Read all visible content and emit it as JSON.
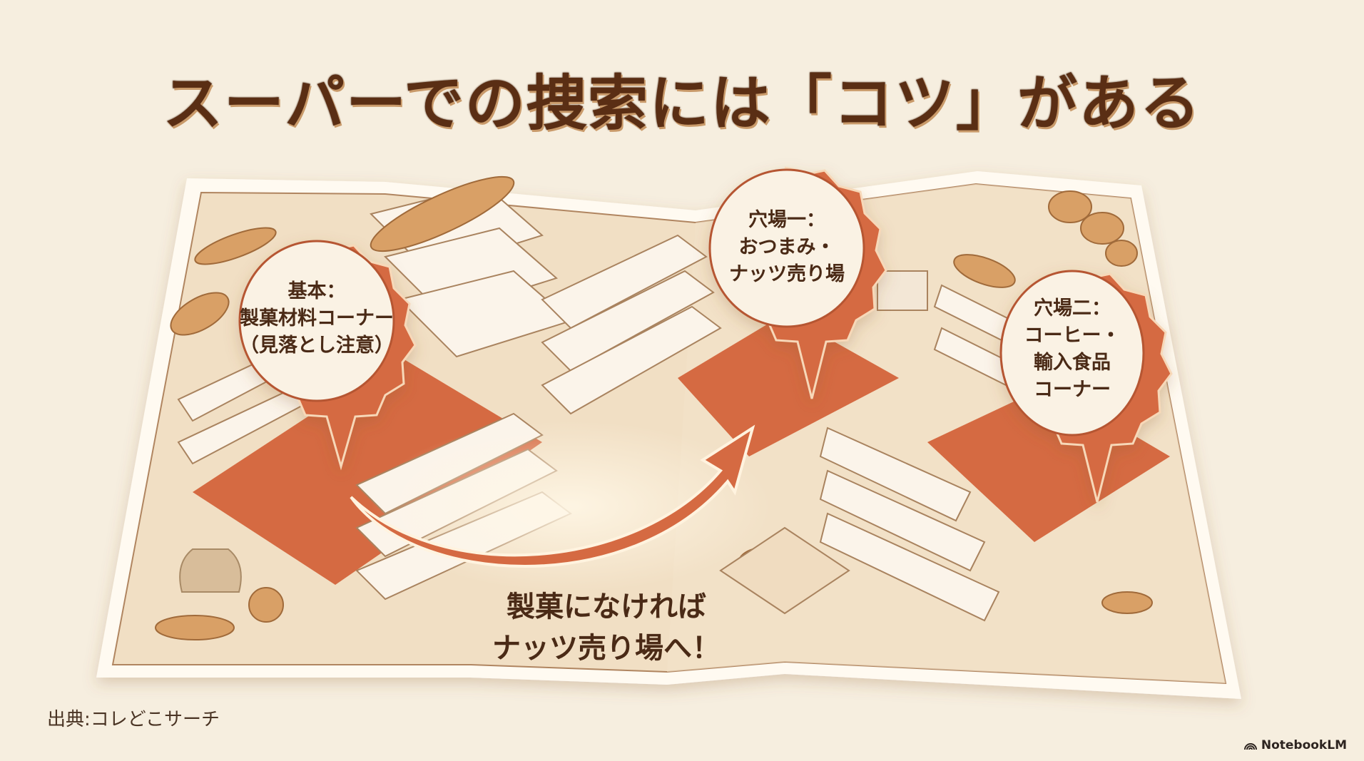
{
  "slide": {
    "title": "スーパーでの捜索には「コツ」がある",
    "pins": [
      {
        "id": "basic",
        "lines": [
          "基本：",
          "製菓材料コーナー",
          "（見落とし注意）"
        ]
      },
      {
        "id": "spot1",
        "lines": [
          "穴場一：",
          "おつまみ・",
          "ナッツ売り場"
        ]
      },
      {
        "id": "spot2",
        "lines": [
          "穴場二：",
          "コーヒー・",
          "輸入食品",
          "コーナー"
        ]
      }
    ],
    "callout": [
      "製菓になければ",
      "ナッツ売り場へ！"
    ],
    "source": "出典:コレどこサーチ",
    "brand": "NotebookLM",
    "colors": {
      "background": "#f6eedf",
      "title": "#5a2e14",
      "accent": "#d56a42",
      "map_paper": "#f1dfc4",
      "shelf": "#fbf4ea"
    }
  }
}
